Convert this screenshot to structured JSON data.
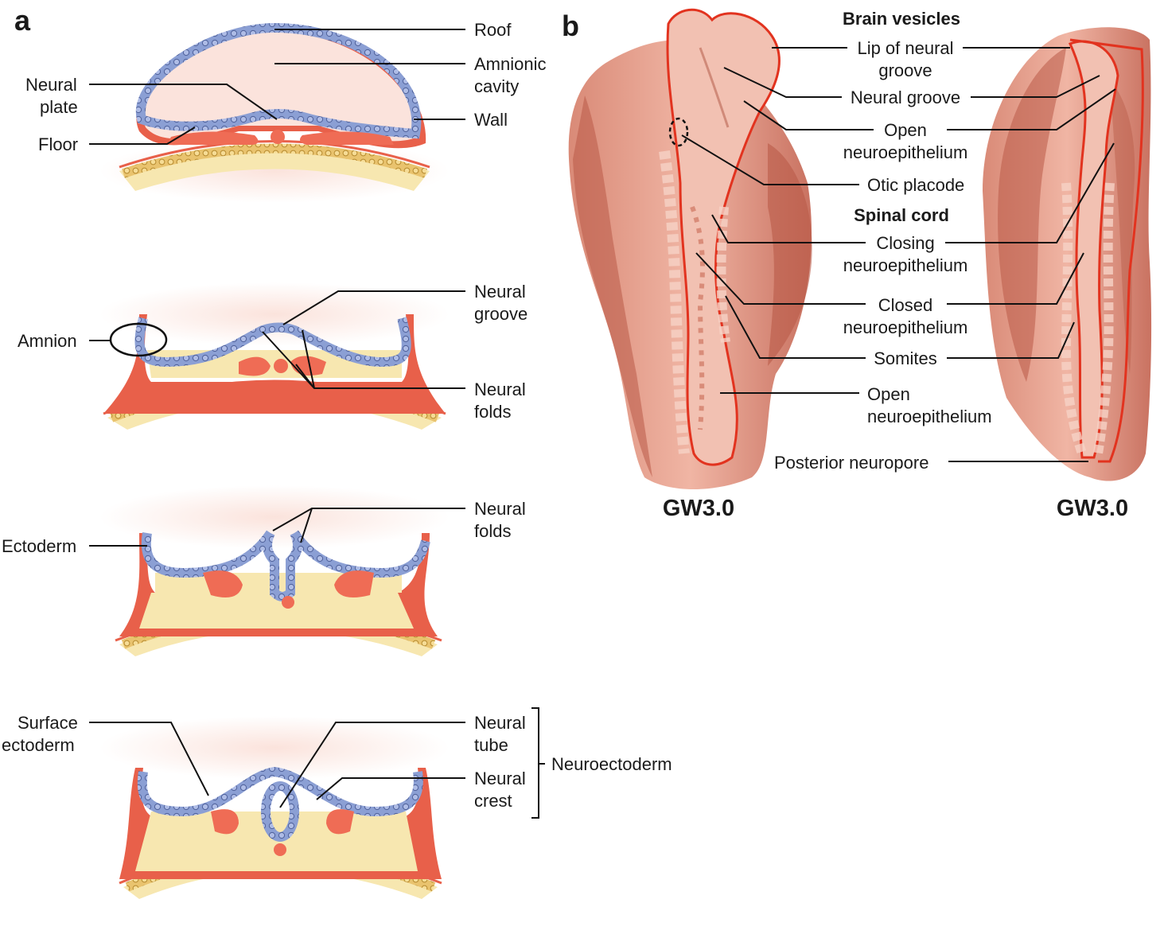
{
  "panels": {
    "a": "a",
    "b": "b"
  },
  "colors": {
    "ectoderm_outline": "#e8604a",
    "neural_blue": "#8b9fd4",
    "cell_nucleus": "#5f74b0",
    "yolk_yellow": "#f7e7b0",
    "mesoderm_red": "#ef6c55",
    "amnion_pink": "#fbe3dc",
    "embryo_skin": "#eaa08e",
    "embryo_shadow": "#b95a47",
    "neural_edge_red": "#e2331f"
  },
  "panel_a": {
    "section1": {
      "roof": "Roof",
      "amnionic_cavity": [
        "Amnionic",
        "cavity"
      ],
      "wall": "Wall",
      "neural_plate": [
        "Neural",
        "plate"
      ],
      "floor": "Floor"
    },
    "section2": {
      "neural_groove": [
        "Neural",
        "groove"
      ],
      "amnion": "Amnion",
      "neural_folds": [
        "Neural",
        "folds"
      ]
    },
    "section3": {
      "neural_folds": [
        "Neural",
        "folds"
      ],
      "ectoderm": "Ectoderm"
    },
    "section4": {
      "surface_ectoderm": [
        "Surface",
        "ectoderm"
      ],
      "neural_tube": [
        "Neural",
        "tube"
      ],
      "neural_crest": [
        "Neural",
        "crest"
      ],
      "neuroectoderm": "Neuroectoderm"
    }
  },
  "panel_b": {
    "headers": {
      "brain_vesicles": "Brain vesicles",
      "spinal_cord": "Spinal cord"
    },
    "labels": {
      "lip_of_neural_groove": [
        "Lip of neural",
        "groove"
      ],
      "neural_groove": "Neural groove",
      "open_neuroepithelium_1": [
        "Open",
        "neuroepithelium"
      ],
      "otic_placode": "Otic placode",
      "closing_neuroepithelium": [
        "Closing",
        "neuroepithelium"
      ],
      "closed_neuroepithelium": [
        "Closed",
        "neuroepithelium"
      ],
      "somites": "Somites",
      "open_neuroepithelium_2": [
        "Open",
        "neuroepithelium"
      ],
      "posterior_neuropore": "Posterior neuropore"
    },
    "captions": {
      "left": "GW3.0",
      "right": "GW3.0"
    }
  }
}
